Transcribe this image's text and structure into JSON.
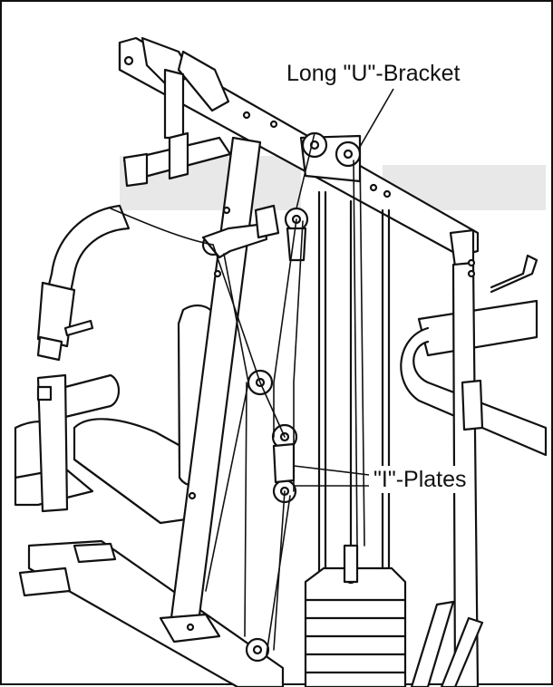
{
  "callouts": {
    "bracket": "Long \"U\"-Bracket",
    "plates": "\"I\"-Plates"
  },
  "colors": {
    "ink": "#111111",
    "paper": "#ffffff",
    "shade": "#bdbdbd"
  },
  "figure": {
    "subject": "home gym frame with weight stack, pulleys and cables"
  }
}
